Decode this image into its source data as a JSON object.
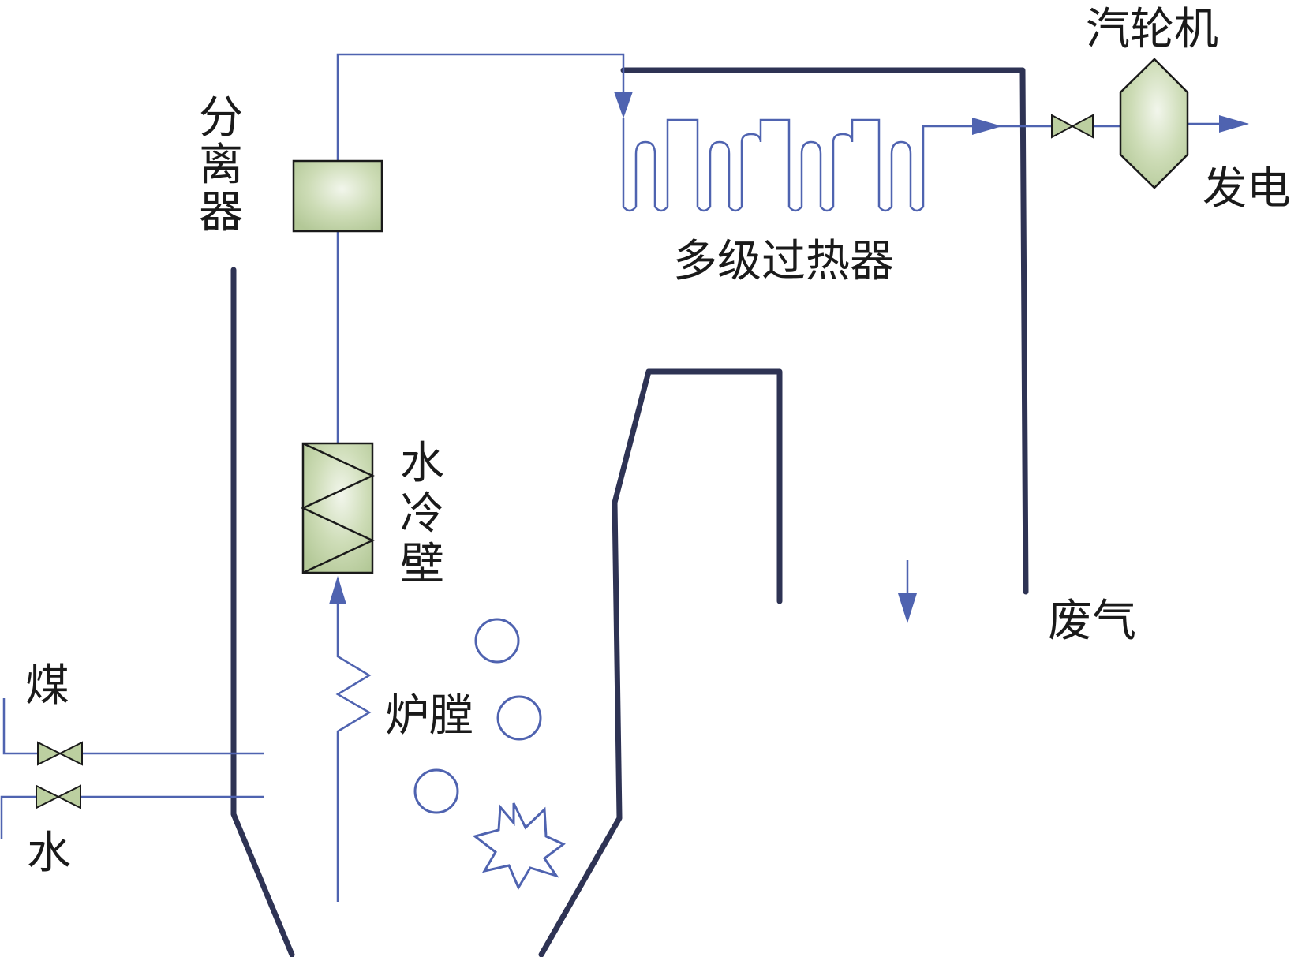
{
  "labels": {
    "separator": "分离器",
    "waterwall": "水冷壁",
    "furnace": "炉膛",
    "superheater": "多级过热器",
    "turbine": "汽轮机",
    "power": "发电",
    "exhaust": "废气",
    "coal": "煤",
    "water": "水"
  },
  "colors": {
    "wall": "#2e3354",
    "pipe": "#5a6db0",
    "component_fill": "#bccfa0",
    "component_stroke": "#1a1a1a"
  },
  "icons": {
    "valve": "bowtie-valve-icon",
    "turbine": "hexagon-turbine-icon",
    "particle": "circle-particle-icon",
    "flame": "star-burst-icon"
  }
}
